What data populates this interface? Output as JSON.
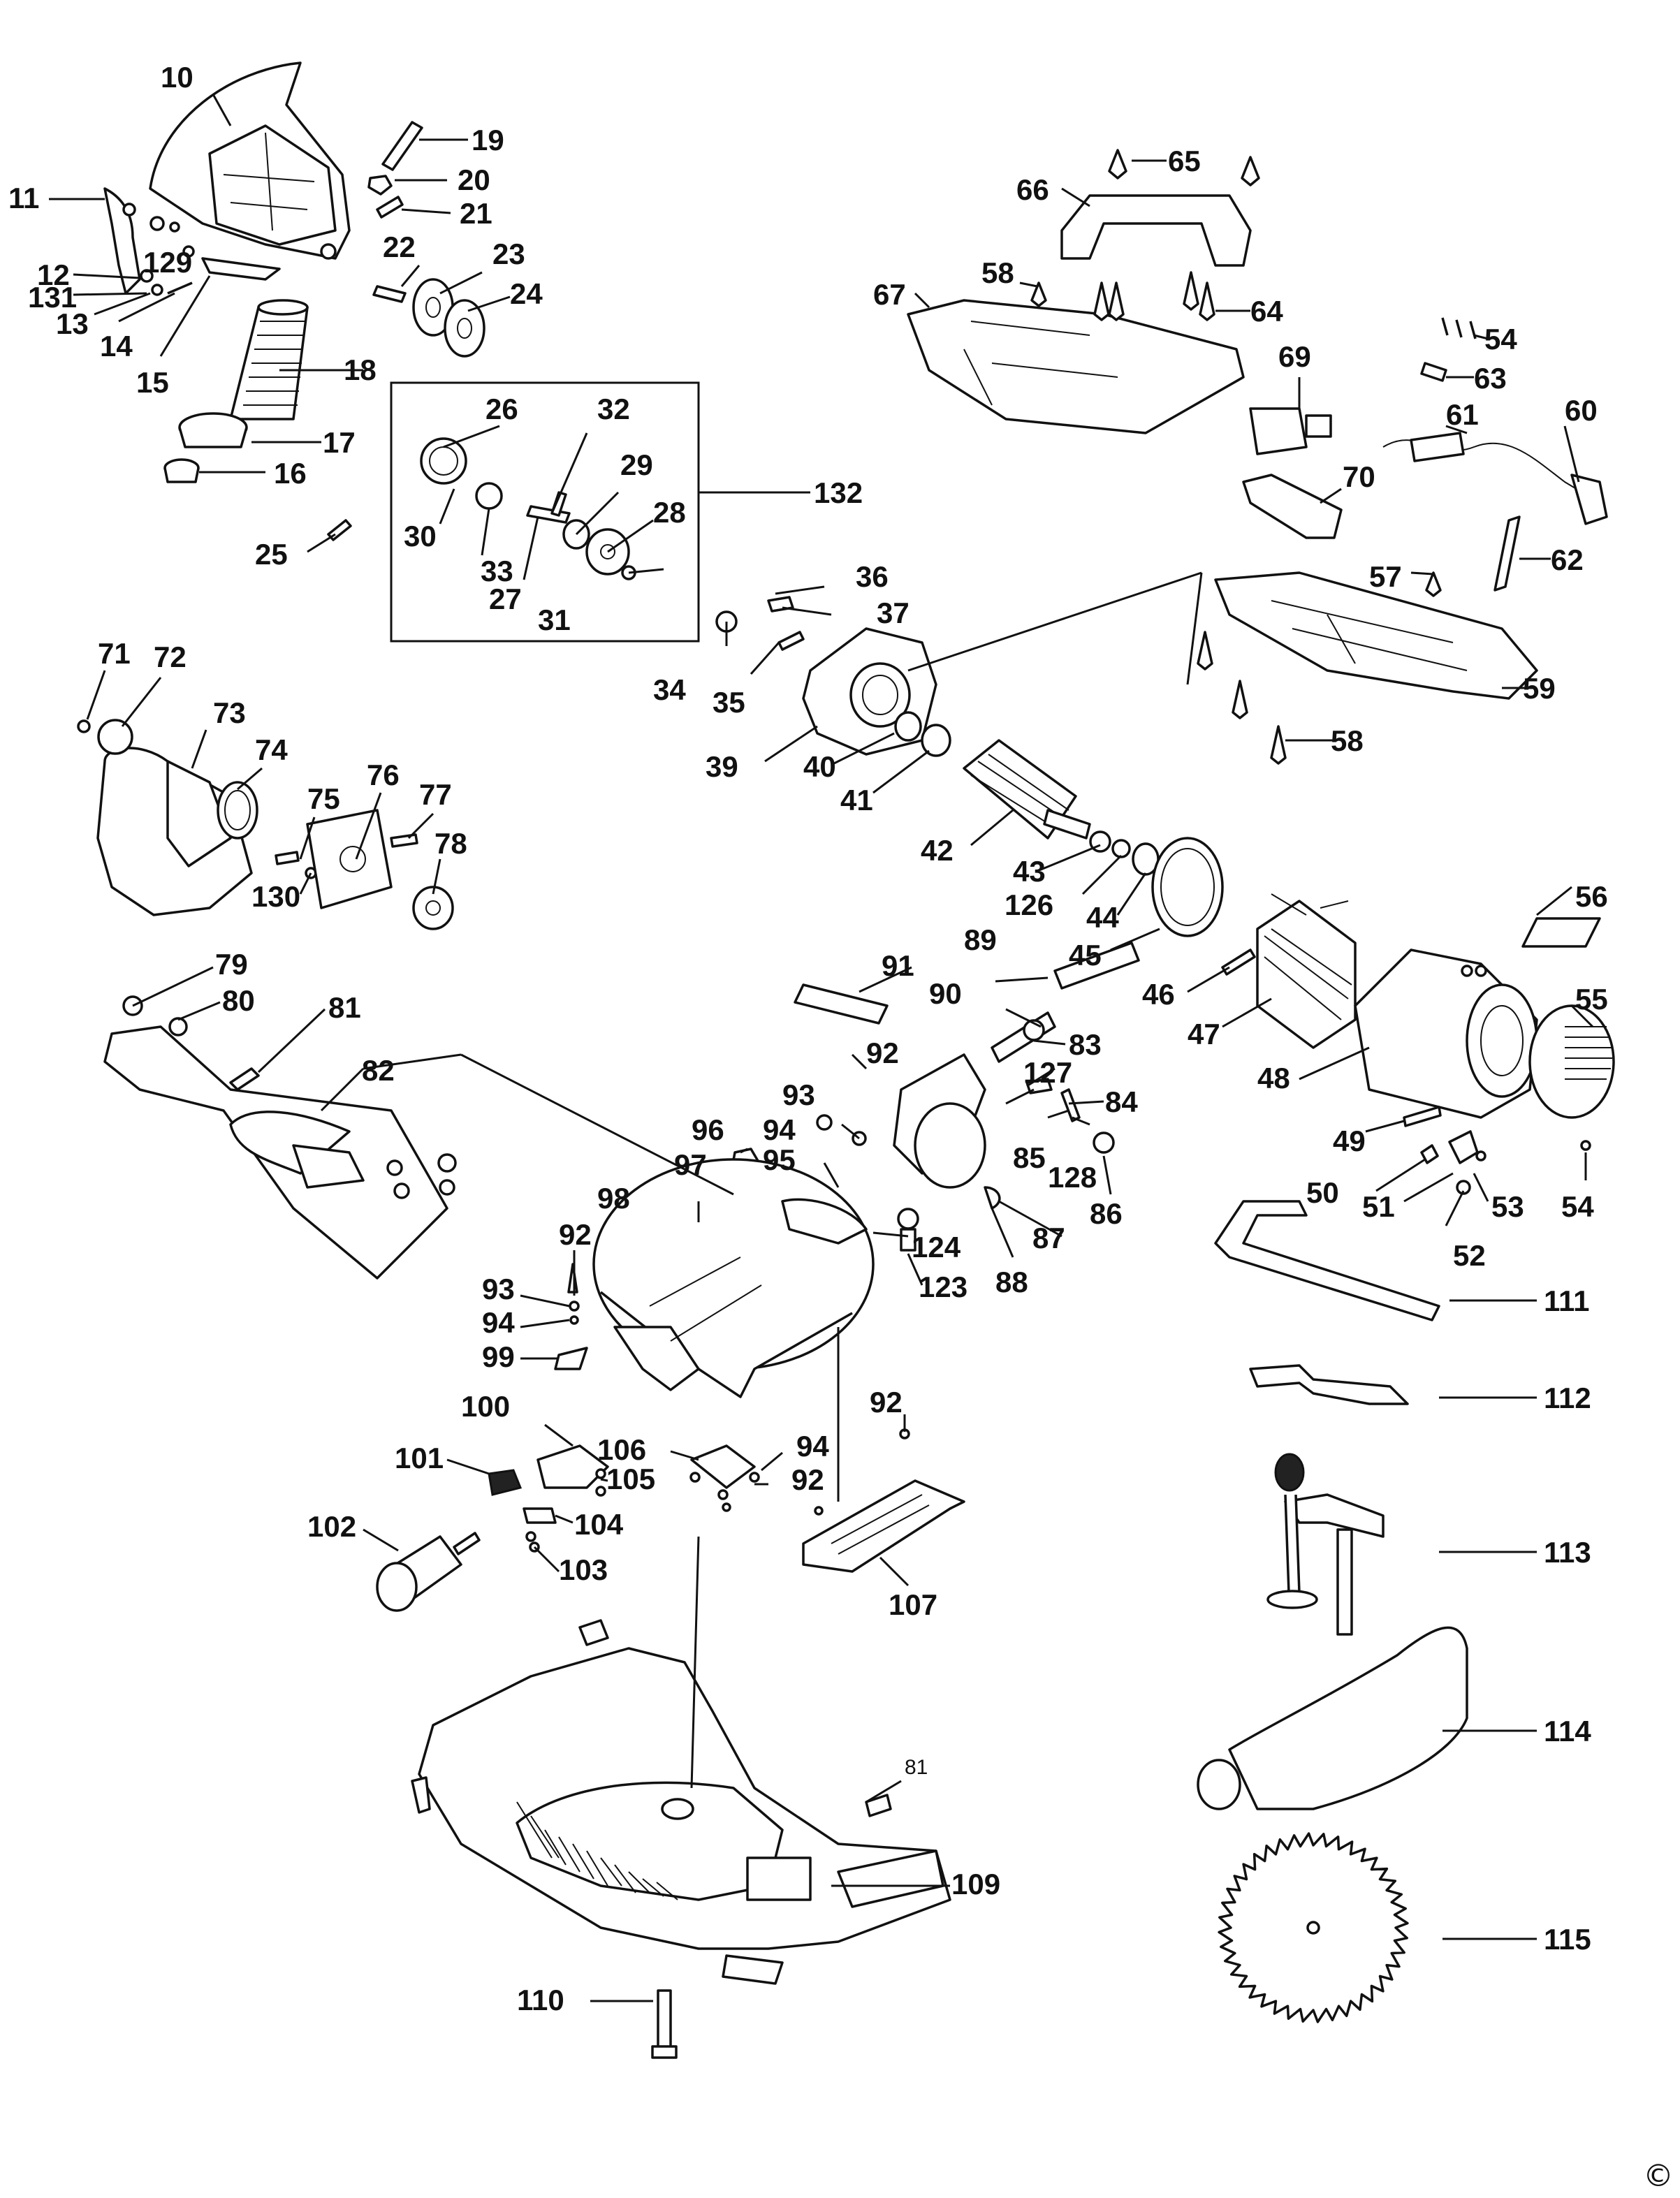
{
  "callouts": {
    "p10": "10",
    "p11": "11",
    "p12": "12",
    "p13": "13",
    "p14": "14",
    "p15": "15",
    "p16": "16",
    "p17": "17",
    "p18": "18",
    "p19": "19",
    "p20": "20",
    "p21": "21",
    "p22": "22",
    "p23": "23",
    "p24": "24",
    "p25": "25",
    "p26": "26",
    "p27": "27",
    "p28": "28",
    "p29": "29",
    "p30": "30",
    "p31": "31",
    "p32": "32",
    "p33": "33",
    "p34": "34",
    "p35": "35",
    "p36": "36",
    "p37": "37",
    "p39": "39",
    "p40": "40",
    "p41": "41",
    "p42": "42",
    "p43": "43",
    "p44": "44",
    "p45": "45",
    "p46": "46",
    "p47": "47",
    "p48": "48",
    "p49": "49",
    "p50": "50",
    "p51": "51",
    "p52": "52",
    "p53": "53",
    "p54a": "54",
    "p54b": "54",
    "p55": "55",
    "p56": "56",
    "p57": "57",
    "p58a": "58",
    "p58b": "58",
    "p59": "59",
    "p60": "60",
    "p61": "61",
    "p62": "62",
    "p63": "63",
    "p64": "64",
    "p65": "65",
    "p66": "66",
    "p67": "67",
    "p69": "69",
    "p70": "70",
    "p71": "71",
    "p72": "72",
    "p73": "73",
    "p74": "74",
    "p75": "75",
    "p76": "76",
    "p77": "77",
    "p78": "78",
    "p79": "79",
    "p80": "80",
    "p81a": "81",
    "p81b": "81",
    "p82": "82",
    "p83": "83",
    "p84": "84",
    "p85": "85",
    "p86": "86",
    "p87": "87",
    "p88": "88",
    "p89": "89",
    "p90": "90",
    "p91": "91",
    "p92a": "92",
    "p92b": "92",
    "p92c": "92",
    "p92d": "92",
    "p93a": "93",
    "p93b": "93",
    "p94a": "94",
    "p94b": "94",
    "p94c": "94",
    "p95": "95",
    "p96": "96",
    "p97": "97",
    "p98": "98",
    "p99": "99",
    "p100": "100",
    "p101": "101",
    "p102": "102",
    "p103": "103",
    "p104": "104",
    "p105": "105",
    "p106": "106",
    "p107": "107",
    "p109": "109",
    "p110": "110",
    "p111": "111",
    "p112": "112",
    "p113": "113",
    "p114": "114",
    "p115": "115",
    "p123": "123",
    "p124": "124",
    "p126": "126",
    "p127": "127",
    "p128": "128",
    "p129": "129",
    "p130": "130",
    "p131": "131",
    "p132": "132"
  },
  "copyright_symbol": "©"
}
